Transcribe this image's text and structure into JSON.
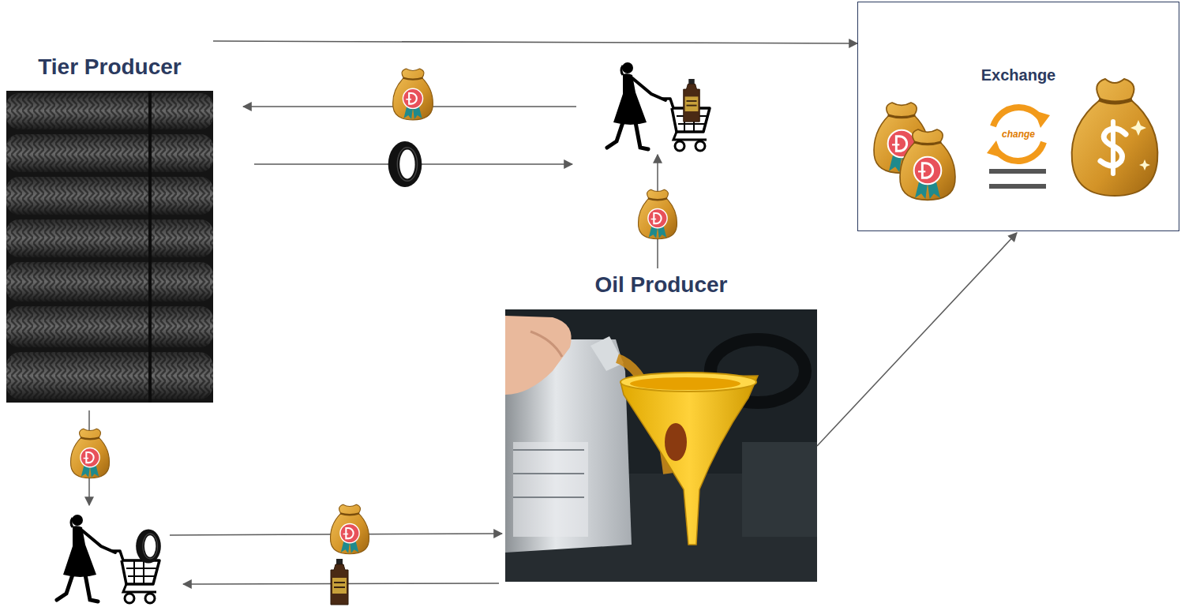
{
  "diagram": {
    "nodes": [
      {
        "text": [
          "Tier Producer"
        ]
      },
      {
        "text": [
          "Oil Producer"
        ]
      },
      {
        "text": [
          "Exchange"
        ]
      }
    ],
    "edges": [
      {
        "from": 0,
        "to": 2,
        "arrow": "to"
      },
      {
        "from": 1,
        "to": 2,
        "arrow": "to"
      }
    ],
    "labels": [
      "change"
    ]
  }
}
